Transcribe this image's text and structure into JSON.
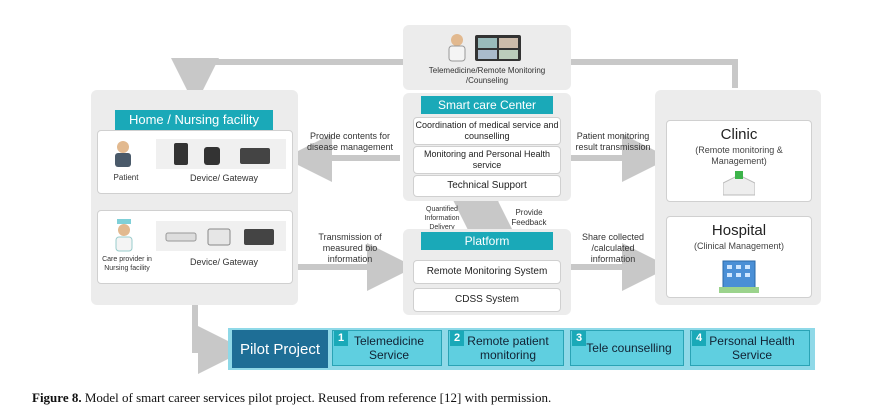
{
  "top": {
    "label": "Telemedicine/Remote Monitoring /Counseling"
  },
  "center": {
    "title": "Smart care Center",
    "items": [
      "Coordination of medical service and counselling",
      "Monitoring and Personal Health service",
      "Technical Support"
    ]
  },
  "platform": {
    "title": "Platform",
    "items": [
      "Remote Monitoring System",
      "CDSS System"
    ]
  },
  "home": {
    "title": "Home / Nursing facility",
    "row1": {
      "person": "Patient",
      "device": "Device/ Gateway"
    },
    "row2": {
      "person": "Care provider in Nursing facility",
      "device": "Device/ Gateway"
    }
  },
  "right": {
    "clinic": {
      "title": "Clinic",
      "sub": "(Remote monitoring & Management)"
    },
    "hospital": {
      "title": "Hospital",
      "sub": "(Clinical Management)"
    }
  },
  "arrows": {
    "provide_contents": "Provide contents for disease management",
    "transmission": "Transmission of measured bio information",
    "patient_monitoring": "Patient monitoring result transmission",
    "share": "Share collected /calculated information",
    "quantified": "Quantified Information Delivery",
    "feedback": "Provide Feedback"
  },
  "pilot": {
    "title": "Pilot Project",
    "items": [
      {
        "num": "1",
        "label": "Telemedicine Service"
      },
      {
        "num": "2",
        "label": "Remote patient monitoring"
      },
      {
        "num": "3",
        "label": "Tele counselling"
      },
      {
        "num": "4",
        "label": "Personal Health Service"
      }
    ]
  },
  "caption": {
    "bold": "Figure 8.",
    "text": " Model of smart career services pilot project. Reused from reference [12] with permission."
  },
  "colors": {
    "teal": "#1aa9b8",
    "pilot_dark": "#1e6e96",
    "pilot_cell": "#5fcfe0",
    "panel": "#ececec"
  }
}
